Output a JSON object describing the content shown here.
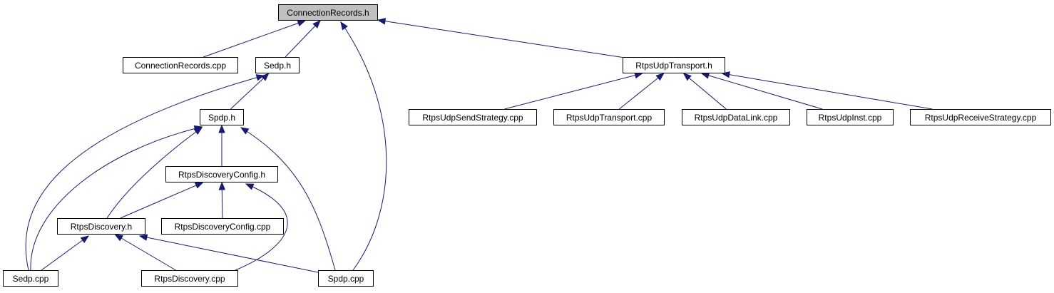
{
  "graph": {
    "nodes": [
      {
        "id": "connectionrecords-h",
        "label": "ConnectionRecords.h",
        "highlighted": true
      },
      {
        "id": "connectionrecords-cpp",
        "label": "ConnectionRecords.cpp"
      },
      {
        "id": "sedp-h",
        "label": "Sedp.h"
      },
      {
        "id": "rtpsudptransport-h",
        "label": "RtpsUdpTransport.h"
      },
      {
        "id": "spdp-h",
        "label": "Spdp.h"
      },
      {
        "id": "rtpsudpsendstrategy-cpp",
        "label": "RtpsUdpSendStrategy.cpp"
      },
      {
        "id": "rtpsudptransport-cpp",
        "label": "RtpsUdpTransport.cpp"
      },
      {
        "id": "rtpsudpdatalink-cpp",
        "label": "RtpsUdpDataLink.cpp"
      },
      {
        "id": "rtpsudpinst-cpp",
        "label": "RtpsUdpInst.cpp"
      },
      {
        "id": "rtpsudpreceivestrategy-cpp",
        "label": "RtpsUdpReceiveStrategy.cpp"
      },
      {
        "id": "rtpsdiscoveryconfig-h",
        "label": "RtpsDiscoveryConfig.h"
      },
      {
        "id": "rtpsdiscovery-h",
        "label": "RtpsDiscovery.h"
      },
      {
        "id": "rtpsdiscoveryconfig-cpp",
        "label": "RtpsDiscoveryConfig.cpp"
      },
      {
        "id": "sedp-cpp",
        "label": "Sedp.cpp"
      },
      {
        "id": "rtpsdiscovery-cpp",
        "label": "RtpsDiscovery.cpp"
      },
      {
        "id": "spdp-cpp",
        "label": "Spdp.cpp"
      }
    ],
    "edges": [
      {
        "from": "connectionrecords-cpp",
        "to": "connectionrecords-h"
      },
      {
        "from": "sedp-h",
        "to": "connectionrecords-h"
      },
      {
        "from": "spdp-cpp",
        "to": "connectionrecords-h"
      },
      {
        "from": "rtpsudptransport-h",
        "to": "connectionrecords-h"
      },
      {
        "from": "spdp-h",
        "to": "sedp-h"
      },
      {
        "from": "sedp-cpp",
        "to": "sedp-h"
      },
      {
        "from": "rtpsudpsendstrategy-cpp",
        "to": "rtpsudptransport-h"
      },
      {
        "from": "rtpsudptransport-cpp",
        "to": "rtpsudptransport-h"
      },
      {
        "from": "rtpsudpdatalink-cpp",
        "to": "rtpsudptransport-h"
      },
      {
        "from": "rtpsudpinst-cpp",
        "to": "rtpsudptransport-h"
      },
      {
        "from": "rtpsudpreceivestrategy-cpp",
        "to": "rtpsudptransport-h"
      },
      {
        "from": "rtpsdiscoveryconfig-h",
        "to": "spdp-h"
      },
      {
        "from": "rtpsdiscovery-h",
        "to": "spdp-h"
      },
      {
        "from": "sedp-cpp",
        "to": "spdp-h"
      },
      {
        "from": "spdp-cpp",
        "to": "spdp-h"
      },
      {
        "from": "rtpsdiscovery-h",
        "to": "rtpsdiscoveryconfig-h"
      },
      {
        "from": "rtpsdiscoveryconfig-cpp",
        "to": "rtpsdiscoveryconfig-h"
      },
      {
        "from": "rtpsdiscovery-cpp",
        "to": "rtpsdiscoveryconfig-h"
      },
      {
        "from": "sedp-cpp",
        "to": "rtpsdiscovery-h"
      },
      {
        "from": "rtpsdiscovery-cpp",
        "to": "rtpsdiscovery-h"
      },
      {
        "from": "spdp-cpp",
        "to": "rtpsdiscovery-h"
      }
    ]
  },
  "colors": {
    "edge": "#191970",
    "node_border": "#000000",
    "node_fill": "#ffffff",
    "highlight_fill": "#bfbfbf"
  }
}
